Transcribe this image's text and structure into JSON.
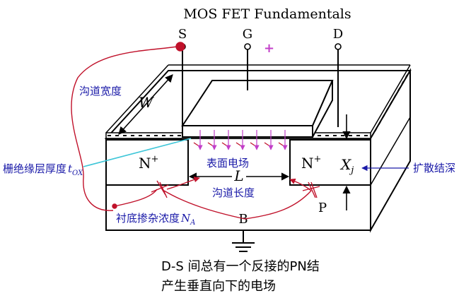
{
  "title": "MOS FET Fundamentals",
  "terminals": {
    "source": "S",
    "gate": "G",
    "drain": "D",
    "body": "B",
    "gate_polarity": "+"
  },
  "regions": {
    "n_plus_left": "N",
    "n_plus_right": "N",
    "n_plus_sup": "+",
    "p_substrate": "P"
  },
  "dimensions": {
    "width_symbol": "W",
    "length_symbol": "L",
    "junction_depth_symbol": "X",
    "junction_depth_sub": "j"
  },
  "annotations": {
    "channel_width": "沟道宽度",
    "oxide_thickness": "栅绝缘层厚度",
    "oxide_symbol": "t",
    "oxide_sub": "OX",
    "surface_field": "表面电场",
    "channel_length": "沟道长度",
    "diffusion_depth": "扩散结深",
    "substrate_doping": "衬底掺杂浓度",
    "doping_symbol": "N",
    "doping_sub": "A"
  },
  "caption": {
    "line1": "D-S 间总有一个反接的PN结",
    "line2": "产生垂直向下的电场"
  },
  "colors": {
    "annotation": "#1a1aa8",
    "handwriting": "#c0112a",
    "field_arrows": "#c23fc8",
    "oxide_line": "#3ec6d8"
  }
}
